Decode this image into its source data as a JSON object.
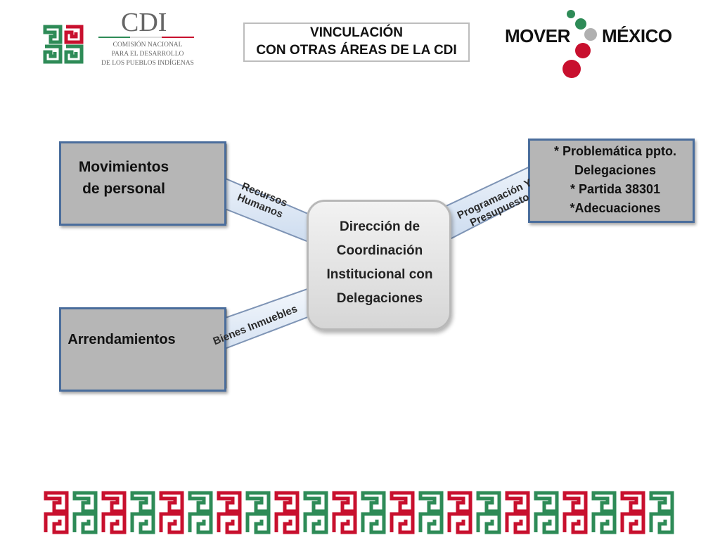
{
  "title": {
    "line1": "VINCULACIÓN",
    "line2": "CON OTRAS ÁREAS DE LA CDI"
  },
  "cdi_logo": {
    "acronym": "CDI",
    "line1": "COMISIÓN NACIONAL",
    "line2": "PARA EL DESARROLLO",
    "line3": "DE LOS PUEBLOS INDÍGENAS"
  },
  "mover_logo": {
    "word1": "MOVER",
    "word2": "MÉXICO"
  },
  "center": {
    "line1": "Dirección de",
    "line2": "Coordinación",
    "line3": "Institucional con",
    "line4": "Delegaciones"
  },
  "boxes": {
    "top_left": {
      "line1": "Movimientos",
      "line2": "de personal"
    },
    "bottom_left": {
      "label": "Arrendamientos"
    },
    "top_right": {
      "line1": "* Problemática ppto.",
      "line2": "Delegaciones",
      "line3": "* Partida 38301",
      "line4": "*Adecuaciones"
    }
  },
  "arrows": {
    "recursos": {
      "line1": "Recursos",
      "line2": "Humanos"
    },
    "bienes": {
      "label": "Bienes Inmuebles"
    },
    "programacion": {
      "line1": "Programación Y",
      "line2": "Presupuesto"
    }
  },
  "colors": {
    "green": "#2e8b57",
    "red": "#c8102e",
    "box_gray": "#b6b6b6",
    "box_border": "#4a6d9c",
    "arrow_fill": "#e3ecf7"
  }
}
